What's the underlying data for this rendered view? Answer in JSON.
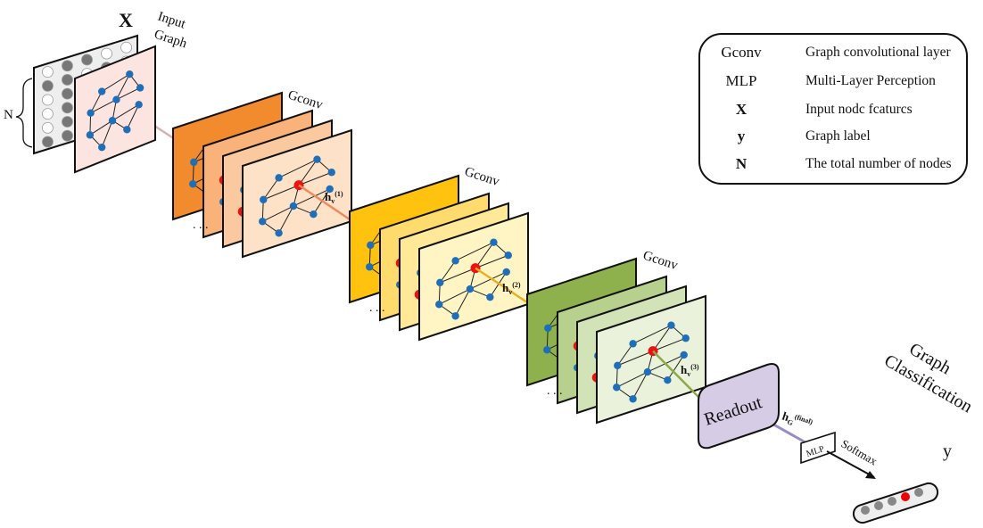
{
  "input": {
    "matrix_label": "X",
    "graph_label_line1": "Input",
    "graph_label_line2": "Graph",
    "n_label": "N"
  },
  "layers": [
    {
      "label": "Gconv",
      "hidden_label": "h",
      "hidden_sub": "v",
      "hidden_sup": "(1)",
      "colors": [
        "#F28A2E",
        "#F8B27A",
        "#FBC9A0",
        "#FDE2C8"
      ],
      "edge_color": "#F08A5D"
    },
    {
      "label": "Gconv",
      "hidden_label": "h",
      "hidden_sub": "v",
      "hidden_sup": "(2)",
      "colors": [
        "#FFC20E",
        "#FFDB6E",
        "#FFE898",
        "#FFF5C4"
      ],
      "edge_color": "#E8B020"
    },
    {
      "label": "Gconv",
      "hidden_label": "h",
      "hidden_sub": "v",
      "hidden_sup": "(3)",
      "colors": [
        "#8FB14D",
        "#B8D08E",
        "#D3E3B8",
        "#EAF2DC"
      ],
      "edge_color": "#8DAA4A"
    }
  ],
  "readout": {
    "label": "Readout",
    "color": "#D6CCE6",
    "edge_color": "#9A8CC0",
    "hidden_label": "h",
    "hidden_sub": "G",
    "hidden_sup": "(final)"
  },
  "mlp": {
    "label": "MLP",
    "arrow_label": "Softmax"
  },
  "output": {
    "title_line1": "Graph",
    "title_line2": "Classification",
    "y_label": "y",
    "node_colors": [
      "#888888",
      "#888888",
      "#888888",
      "#EE0000",
      "#888888"
    ]
  },
  "legend": {
    "rows": [
      {
        "symbol": "Gconv",
        "desc": "Graph convolutional layer",
        "bold": false
      },
      {
        "symbol": "MLP",
        "desc": "Multi-Layer Perception",
        "bold": false
      },
      {
        "symbol": "X",
        "desc": "Input nodc fcaturcs",
        "bold": true
      },
      {
        "symbol": "y",
        "desc": "Graph label",
        "bold": true
      },
      {
        "symbol": "N",
        "desc": "The total number of nodes",
        "bold": true
      }
    ]
  },
  "colors": {
    "node_blue": "#1F6FB8",
    "node_red": "#EE1111",
    "input_panel": "#FCE4E0",
    "matrix_panel": "#EEEEEE",
    "input_edge": "#D8B0B0"
  }
}
